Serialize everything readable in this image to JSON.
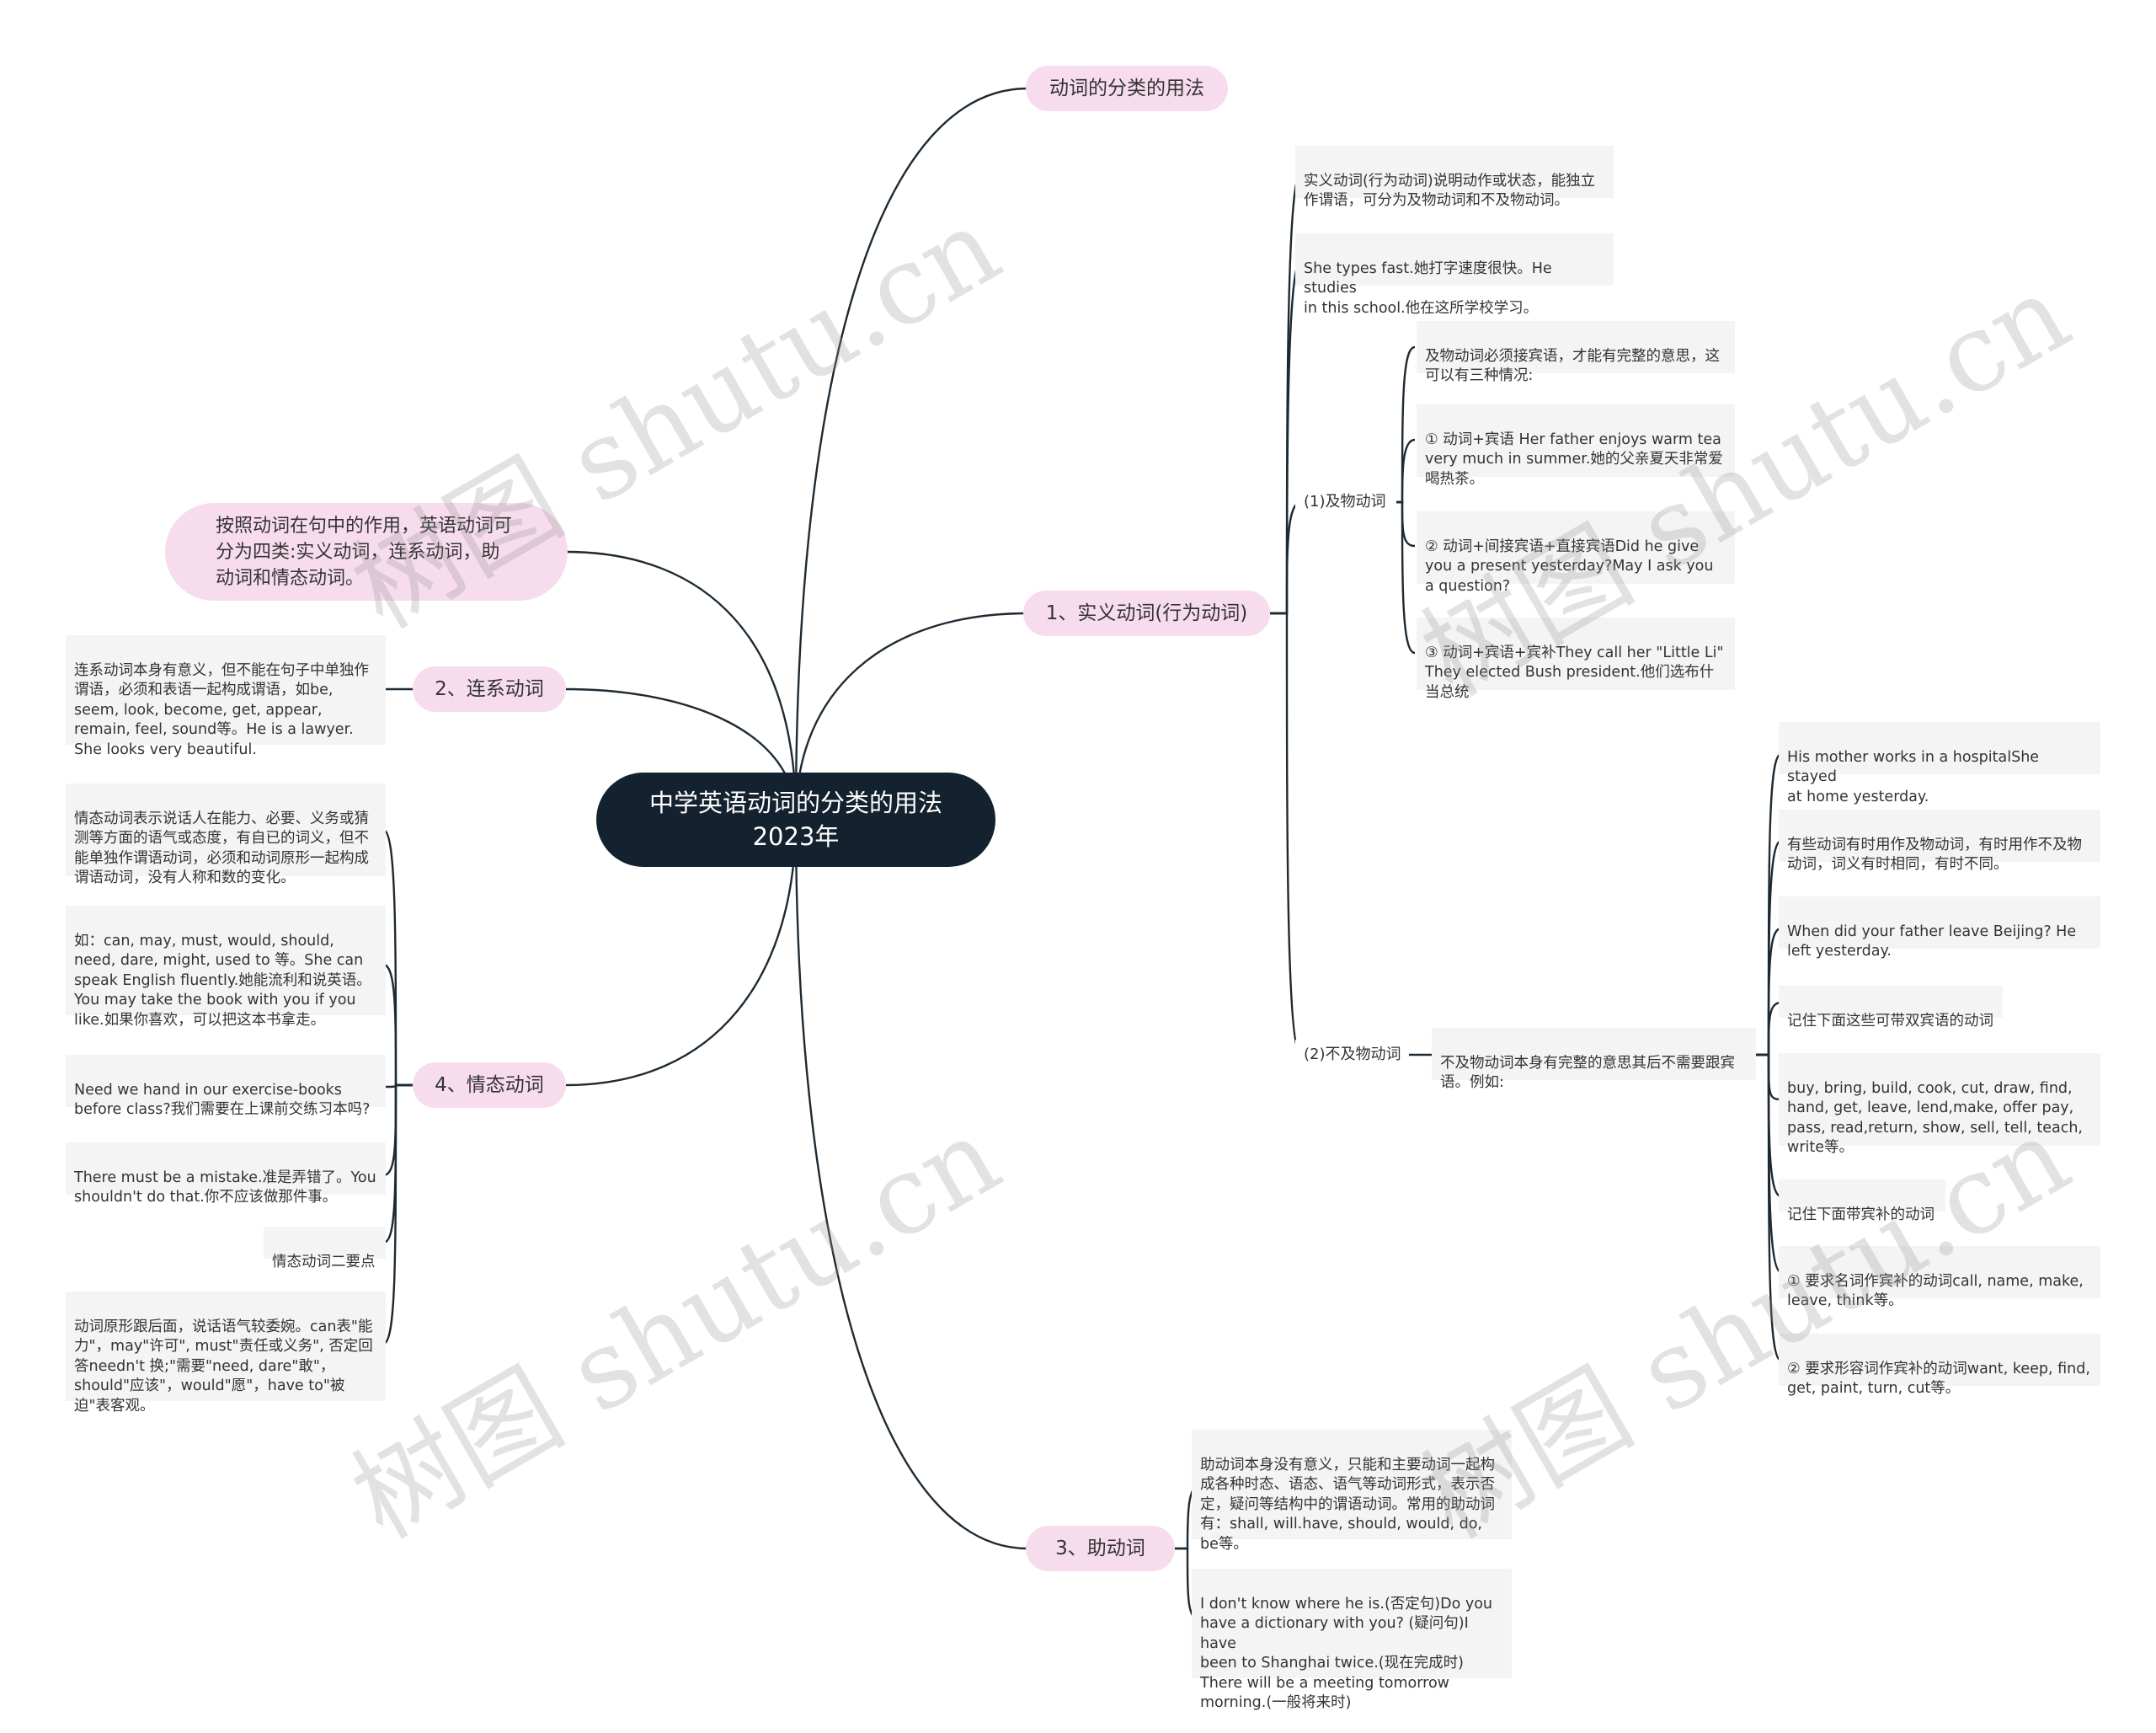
{
  "root": {
    "title": "中学英语动词的分类的用法2023年"
  },
  "top_branch": "动词的分类的用法",
  "intro": "按照动词在句中的作用，英语动词可分为四类:实义动词，连系动词，助动词和情态动词。",
  "branches": {
    "notional": {
      "label": "1、实义动词(行为动词)",
      "desc": "实义动词(行为动词)说明动作或状态，能独立作谓语，可分为及物动词和不及物动词。",
      "example": "She types fast.她打字速度很快。He studies\n in this school.他在这所学校学习。",
      "transitive": {
        "label": "(1)及物动词",
        "items": [
          "及物动词必须接宾语，才能有完整的意思，这可以有三种情况:",
          "① 动词+宾语 Her father enjoys warm tea very much in summer.她的父亲夏天非常爱喝热茶。",
          "② 动词+间接宾语+直接宾语Did he give you a present yesterday?May I ask you a question?",
          "③ 动词+宾语+宾补They call her \"Little Li\" They elected Bush president.他们选布什当总统"
        ]
      },
      "intransitive": {
        "label": "(2)不及物动词",
        "desc": "不及物动词本身有完整的意思其后不需要跟宾语。例如:",
        "items": [
          "His mother works in a hospitalShe stayed\n at home yesterday.",
          "有些动词有时用作及物动词，有时用作不及物动词，词义有时相同，有时不同。",
          "When did your father leave Beijing? He left yesterday.",
          "记住下面这些可带双宾语的动词",
          "buy, bring, build, cook, cut, draw, find, hand, get, leave, lend,make, offer pay, pass, read,return, show, sell, tell, teach, write等。",
          "记住下面带宾补的动词",
          "① 要求名词作宾补的动词call, name, make, leave, think等。",
          "② 要求形容词作宾补的动词want, keep, find, get, paint, turn, cut等。"
        ]
      }
    },
    "linking": {
      "label": "2、连系动词",
      "desc": "连系动词本身有意义，但不能在句子中单独作谓语，必须和表语一起构成谓语，如be, seem, look, become, get, appear, remain, feel, sound等。He is a lawyer. She looks very beautiful."
    },
    "auxiliary": {
      "label": "3、助动词",
      "items": [
        "助动词本身没有意义，只能和主要动词一起构成各种时态、语态、语气等动词形式，表示否定，疑问等结构中的谓语动词。常用的助动词有：shall, will.have, should, would, do, be等。",
        "I don't know where he is.(否定句)Do you have a dictionary with you? (疑问句)I have\n been to Shanghai twice.(现在完成时)\nThere will be a meeting tomorrow morning.(一般将来时)"
      ]
    },
    "modal": {
      "label": "4、情态动词",
      "items": [
        "情态动词表示说话人在能力、必要、义务或猜测等方面的语气或态度，有自已的词义，但不能单独作谓语动词，必须和动词原形一起构成谓语动词，没有人称和数的变化。",
        "如：can, may, must, would, should, need, dare, might, used to 等。She can speak English fluently.她能流利和说英语。You may take the book with you if you like.如果你喜欢，可以把这本书拿走。",
        "Need we hand in our exercise-books before class?我们需要在上课前交练习本吗?",
        "There must be a mistake.准是弄错了。You\n shouldn't do that.你不应该做那件事。",
        "情态动词二要点",
        "动词原形跟后面，说话语气较委婉。can表\"能力\"，may\"许可\", must\"责任或义务\", 否定回答needn't 换;\"需要\"need, dare\"敢\"，should\"应该\"，would\"愿\"，have to\"被迫\"表客观。"
      ]
    }
  },
  "watermark": "树图 shutu.cn"
}
